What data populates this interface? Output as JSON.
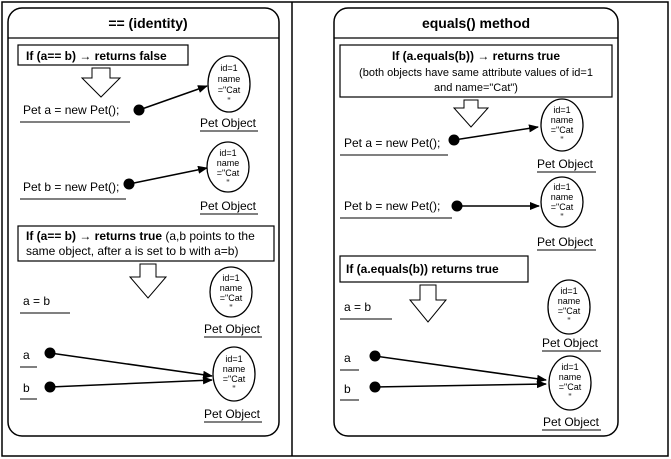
{
  "left_panel": {
    "title": "== (identity)",
    "box1": "If (a== b) → returns false",
    "stmt_a": "Pet a = new Pet();",
    "stmt_b": "Pet b = new Pet();",
    "box2": {
      "bold": "If (a== b) → returns true",
      "rest1": " (a,b points to the",
      "line2": "same object, after a is set to b with a=b)"
    },
    "assign": "a = b",
    "ref_a": "a",
    "ref_b": "b"
  },
  "right_panel": {
    "title": "equals() method",
    "box1": {
      "bold": "If (a.equals(b)) → returns true",
      "line2": "(both objects have same attribute values of id=1",
      "line3": "and name=\"Cat\")"
    },
    "stmt_a": "Pet a = new Pet();",
    "stmt_b": "Pet b = new Pet();",
    "box2": "If (a.equals(b))  returns true",
    "assign": "a = b",
    "ref_a": "a",
    "ref_b": "b"
  },
  "object": {
    "line1": "id=1",
    "line2": "name",
    "line3": "=\"Cat",
    "line4": "\"",
    "caption": "Pet Object"
  }
}
